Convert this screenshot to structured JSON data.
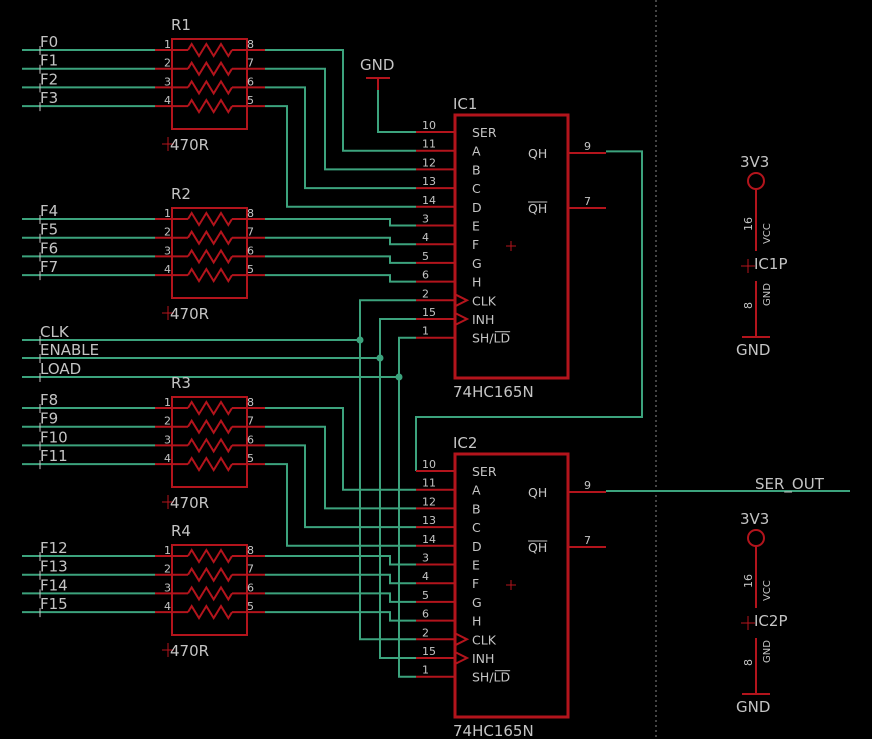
{
  "divider": true,
  "resistors": [
    {
      "name": "R1",
      "value": "470R",
      "inputs": [
        "F0",
        "F1",
        "F2",
        "F3"
      ]
    },
    {
      "name": "R2",
      "value": "470R",
      "inputs": [
        "F4",
        "F5",
        "F6",
        "F7"
      ]
    },
    {
      "name": "R3",
      "value": "470R",
      "inputs": [
        "F8",
        "F9",
        "F10",
        "F11"
      ]
    },
    {
      "name": "R4",
      "value": "470R",
      "inputs": [
        "F12",
        "F13",
        "F14",
        "F15"
      ]
    }
  ],
  "resistor_pins": {
    "left": [
      "1",
      "2",
      "3",
      "4"
    ],
    "right": [
      "8",
      "7",
      "6",
      "5"
    ]
  },
  "gnd_symbol": {
    "label": "GND"
  },
  "ics": [
    {
      "name": "IC1",
      "part": "74HC165N"
    },
    {
      "name": "IC2",
      "part": "74HC165N"
    }
  ],
  "ic_left_pins": [
    {
      "num": "10",
      "name": "SER"
    },
    {
      "num": "11",
      "name": "A"
    },
    {
      "num": "12",
      "name": "B"
    },
    {
      "num": "13",
      "name": "C"
    },
    {
      "num": "14",
      "name": "D"
    },
    {
      "num": "3",
      "name": "E"
    },
    {
      "num": "4",
      "name": "F"
    },
    {
      "num": "5",
      "name": "G"
    },
    {
      "num": "6",
      "name": "H"
    },
    {
      "num": "2",
      "name": "CLK"
    },
    {
      "num": "15",
      "name": "INH"
    },
    {
      "num": "1",
      "name": "SH/LD"
    }
  ],
  "ic_right_pins": [
    {
      "num": "9",
      "name": "QH"
    },
    {
      "num": "7",
      "name": "QH"
    }
  ],
  "control_nets": [
    "CLK",
    "ENABLE",
    "LOAD"
  ],
  "output_net": "SER_OUT",
  "power": [
    {
      "name": "IC1P",
      "supply": "3V3",
      "vcc_pin": "16",
      "vcc_name": "VCC",
      "gnd_pin": "8",
      "gnd_name": "GND",
      "gnd_label": "GND"
    },
    {
      "name": "IC2P",
      "supply": "3V3",
      "vcc_pin": "16",
      "vcc_name": "VCC",
      "gnd_pin": "8",
      "gnd_name": "GND",
      "gnd_label": "GND"
    }
  ],
  "colors": {
    "wire": "#3ca37d",
    "body": "#b3141c",
    "text": "#c4c4c4",
    "background": "#000000"
  }
}
